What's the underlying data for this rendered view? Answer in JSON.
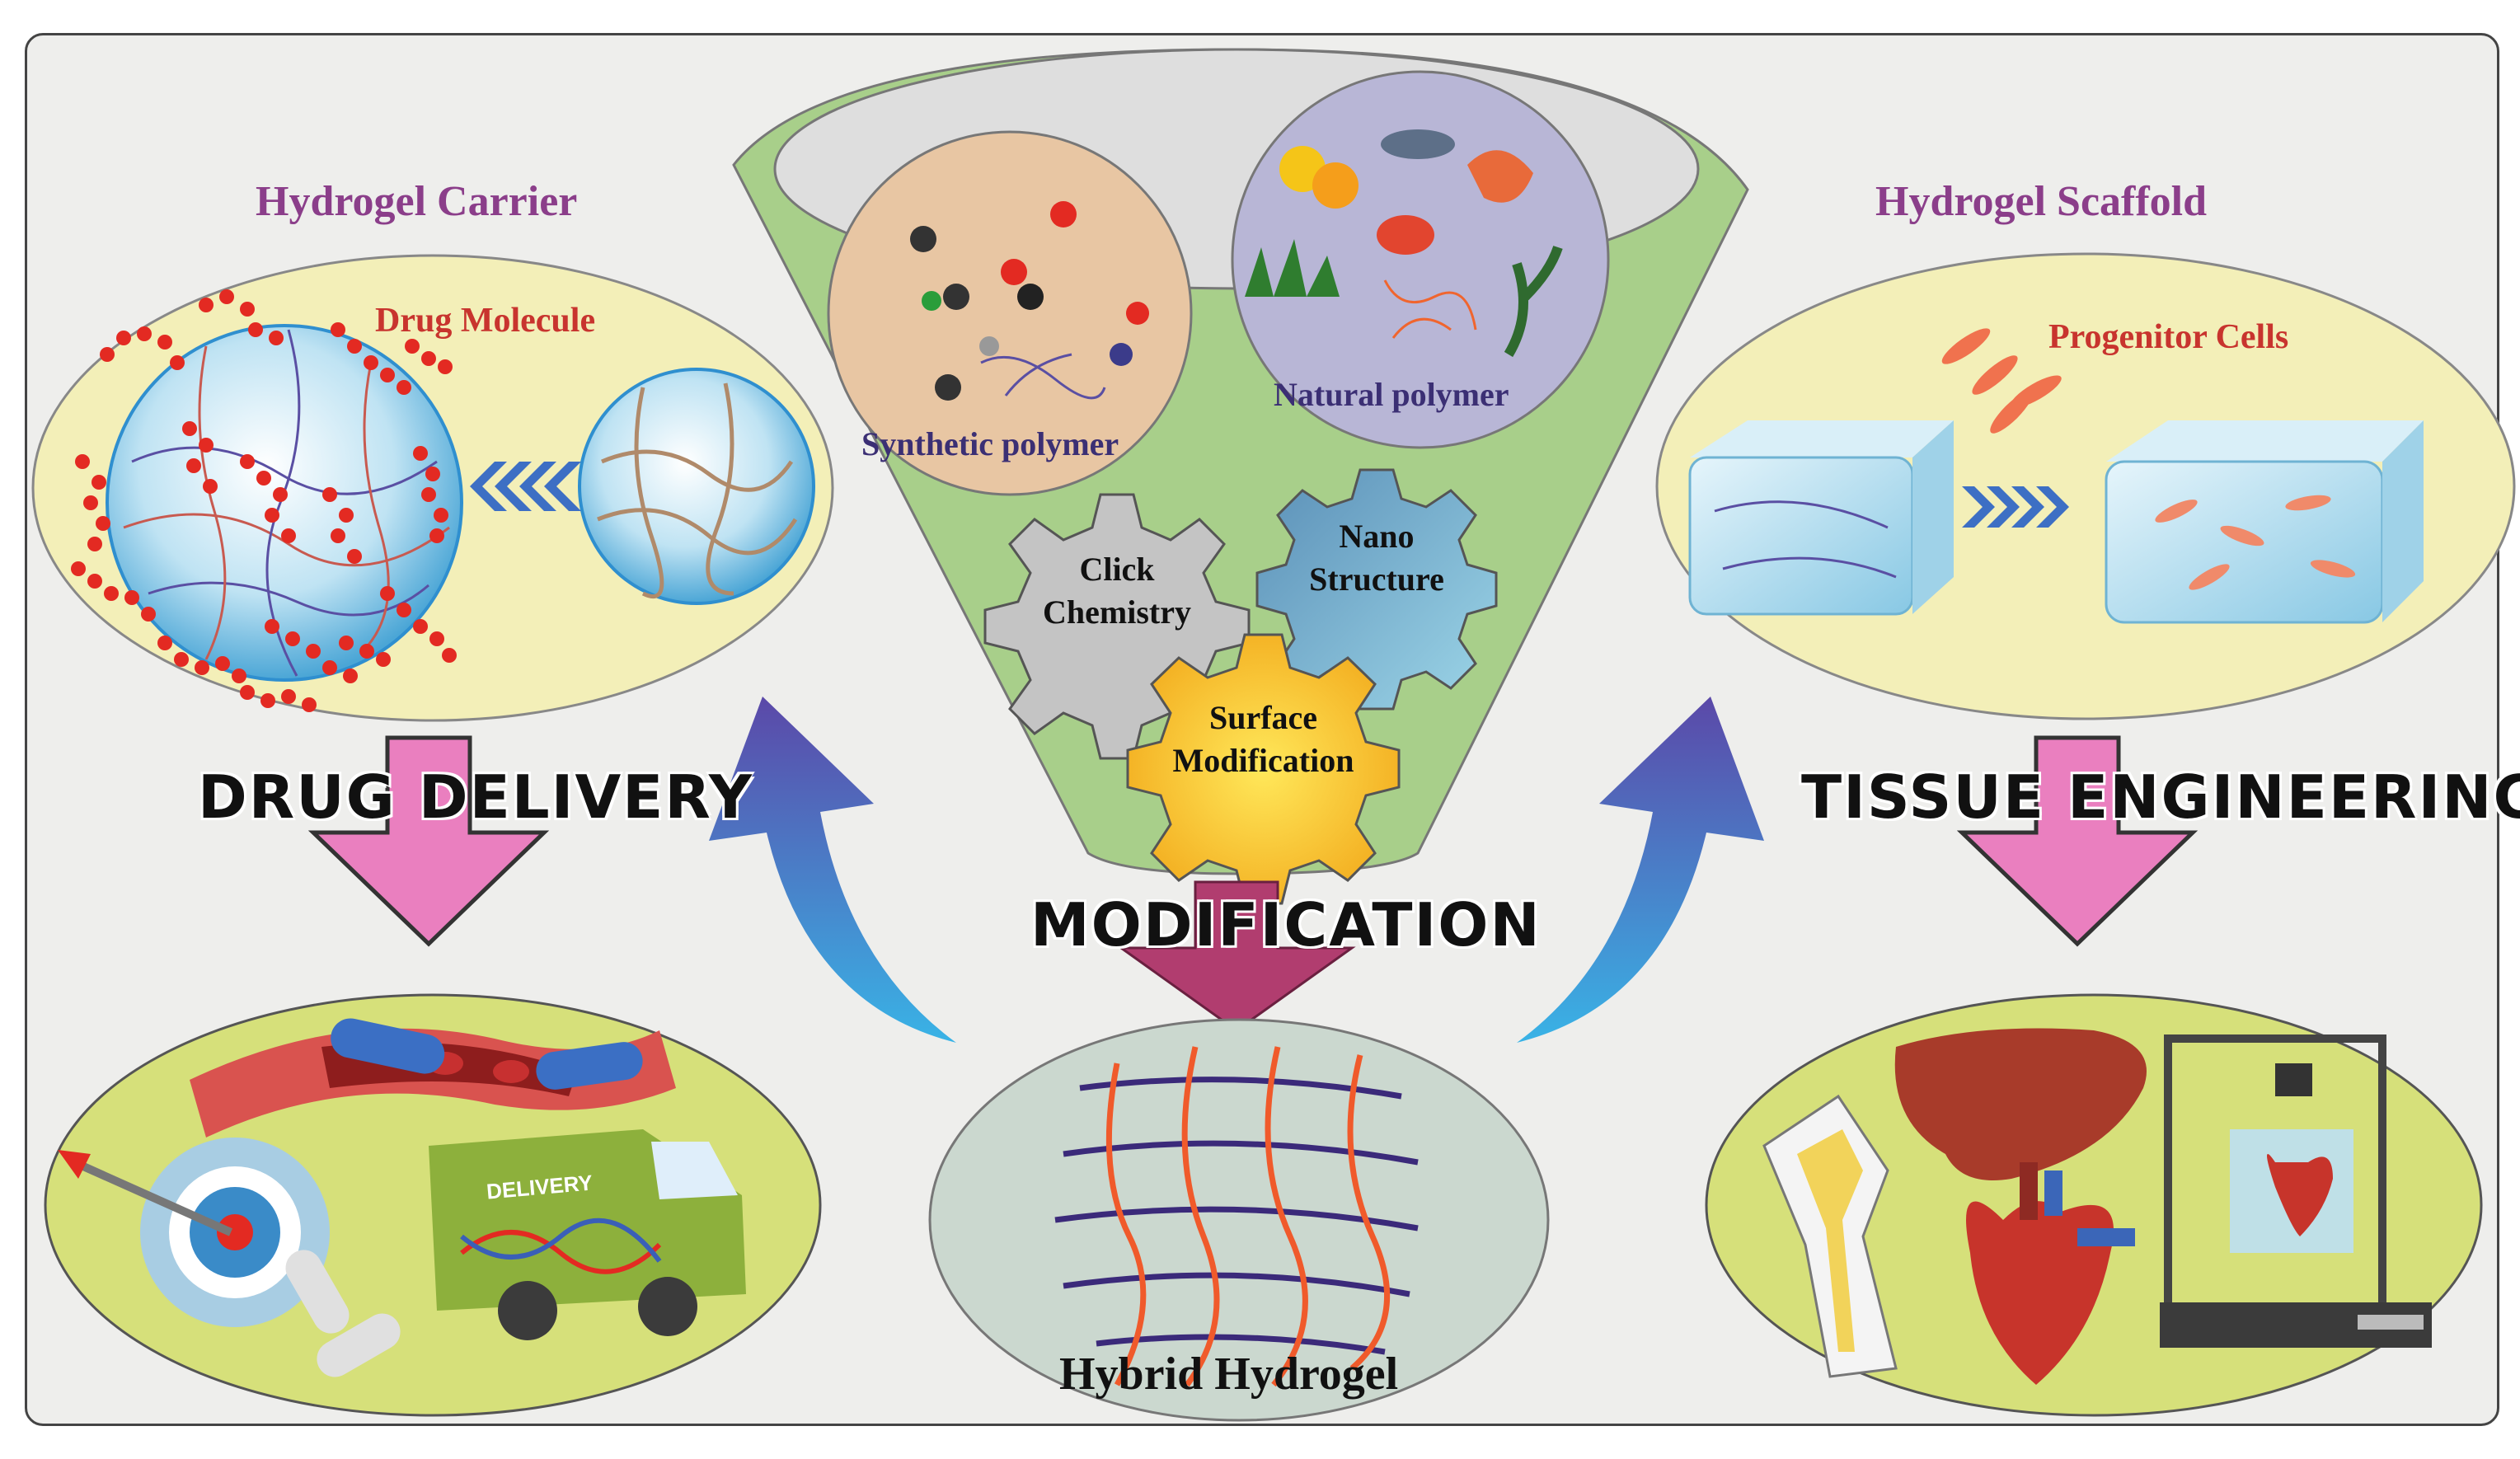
{
  "left": {
    "title": "Hydrogel Carrier",
    "drug_label": "Drug Molecule",
    "section": "DRUG DELIVERY",
    "truck_label": "DELIVERY"
  },
  "center": {
    "synthetic": "Synthetic polymer",
    "natural": "Natural polymer",
    "gear_click_1": "Click",
    "gear_click_2": "Chemistry",
    "gear_nano_1": "Nano",
    "gear_nano_2": "Structure",
    "gear_surface_1": "Surface",
    "gear_surface_2": "Modification",
    "section": "MODIFICATION",
    "hybrid": "Hybrid Hydrogel"
  },
  "right": {
    "title": "Hydrogel Scaffold",
    "cells_label": "Progenitor Cells",
    "section": "TISSUE ENGINEERING"
  },
  "colors": {
    "ellipse_fill": "#f3efb8",
    "ellipse_bottom": "#d6e07a",
    "funnel": "#a8cf8a",
    "pink_arrow": "#ea7fbf",
    "blue_arrow": "#4b5fb8",
    "hydrogel_bg": "#cbd8cf"
  }
}
